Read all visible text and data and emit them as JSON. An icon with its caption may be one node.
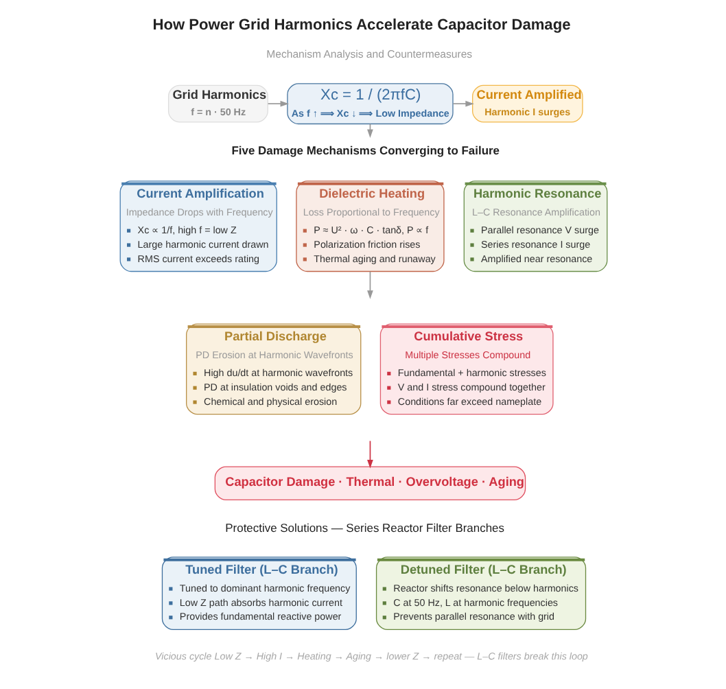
{
  "diagram": {
    "title": "How Power Grid Harmonics Accelerate Capacitor Damage",
    "nodes": [
      {
        "text": [
          "Grid Harmonics",
          "f = n · 50 Hz"
        ]
      },
      {
        "text": [
          "Xc = 1 / (2πfC)",
          "As f ↑ ⟹ Xc ↓ ⟹ Low Impedance"
        ]
      },
      {
        "text": [
          "Current Amplified",
          "Harmonic I surges"
        ]
      },
      {
        "text": [
          "Five Damage Mechanisms Converging to Failure"
        ]
      },
      {
        "text": [
          "Current Amplification",
          "Impedance Drops with Frequency",
          "Xc ∝ 1/f, high f = low Z",
          "Large harmonic current drawn",
          "RMS current exceeds rating"
        ]
      },
      {
        "text": [
          "Dielectric Heating",
          "Loss Proportional to Frequency",
          "P ≈ U² · ω · C · tanδ, P ∝ f",
          "Polarization friction rises",
          "Thermal aging and runaway"
        ]
      },
      {
        "text": [
          "Harmonic Resonance",
          "L–C Resonance Amplification",
          "Parallel resonance V surge",
          "Series resonance I surge",
          "Amplified near resonance"
        ]
      },
      {
        "text": [
          "Partial Discharge",
          "PD Erosion at Harmonic Wavefronts",
          "High du/dt at harmonic wavefronts",
          "PD at insulation voids and edges",
          "Chemical and physical erosion"
        ]
      },
      {
        "text": [
          "Cumulative Stress",
          "Multiple Stresses Compound",
          "Fundamental + harmonic stresses",
          "V and I stress compound together",
          "Conditions far exceed nameplate"
        ]
      },
      {
        "text": [
          "Capacitor Damage · Thermal · Overvoltage · Aging"
        ]
      },
      {
        "text": [
          "Tuned Filter (L–C Branch)",
          "Tuned to dominant harmonic frequency",
          "Low Z path absorbs harmonic current",
          "Provides fundamental reactive power"
        ]
      },
      {
        "text": [
          "Detuned Filter (L–C Branch)",
          "Reactor shifts resonance below harmonics",
          "C at 50 Hz, L at harmonic frequencies",
          "Prevents parallel resonance with grid"
        ]
      }
    ],
    "edges": [
      {
        "from": 0,
        "to": 1,
        "arrow": "to"
      },
      {
        "from": 1,
        "to": 2,
        "arrow": "to"
      },
      {
        "from": 1,
        "to": 3,
        "arrow": "to"
      },
      {
        "from": 5,
        "to": null,
        "arrow": "to"
      },
      {
        "from": null,
        "to": 9,
        "arrow": "to",
        "color": "#cc3344"
      }
    ],
    "labels": [
      "Mechanism Analysis and Countermeasures",
      "Protective Solutions — Series Reactor Filter Branches",
      "Vicious cycle Low Z → High I → Heating → Aging → lower Z → repeat — L–C filters break this loop"
    ]
  }
}
